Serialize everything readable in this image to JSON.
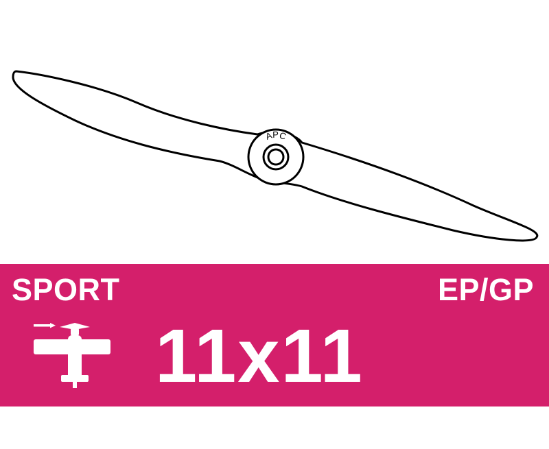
{
  "propeller": {
    "hub_text": "APC",
    "icon": "propeller-outline"
  },
  "banner": {
    "category": "SPORT",
    "fuel_type": "EP/GP",
    "size": "11x11",
    "icon": "airplane-icon",
    "color": "#d41f6b",
    "text_color": "#ffffff"
  }
}
